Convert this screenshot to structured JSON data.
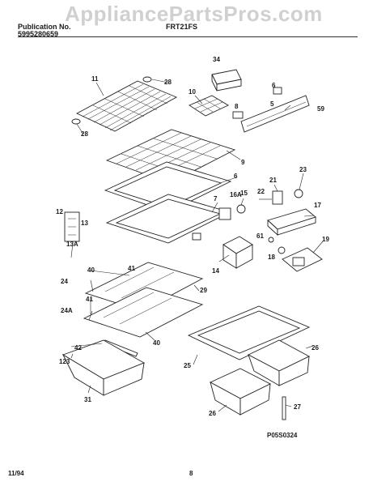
{
  "header": {
    "publication_label": "Publication No.",
    "publication_number": "5995280659",
    "model": "FRT21FS",
    "watermark": "AppliancePartsPros.com"
  },
  "diagram": {
    "drawing_id": "P05S0324",
    "callouts": {
      "c34": "34",
      "c11": "11",
      "c28a": "28",
      "c10": "10",
      "c6a": "6",
      "c8a": "8",
      "c5": "5",
      "c59": "59",
      "c28b": "28",
      "c9": "9",
      "c6b": "6",
      "c23": "23",
      "c21": "21",
      "c7": "7",
      "c22": "22",
      "c16A": "16A",
      "c15": "15",
      "c17": "17",
      "c12": "12",
      "c13": "13",
      "c13A": "13A",
      "c61": "61",
      "c19": "19",
      "c18": "18",
      "c14": "14",
      "c41a": "41",
      "c40a": "40",
      "c24": "24",
      "c29": "29",
      "c41b": "41",
      "c24A": "24A",
      "c40b": "40",
      "c42": "42",
      "c123": "123",
      "c31": "31",
      "c25": "25",
      "c26a": "26",
      "c26b": "26",
      "c27": "27"
    }
  },
  "footer": {
    "date": "11/94",
    "page": "8"
  }
}
